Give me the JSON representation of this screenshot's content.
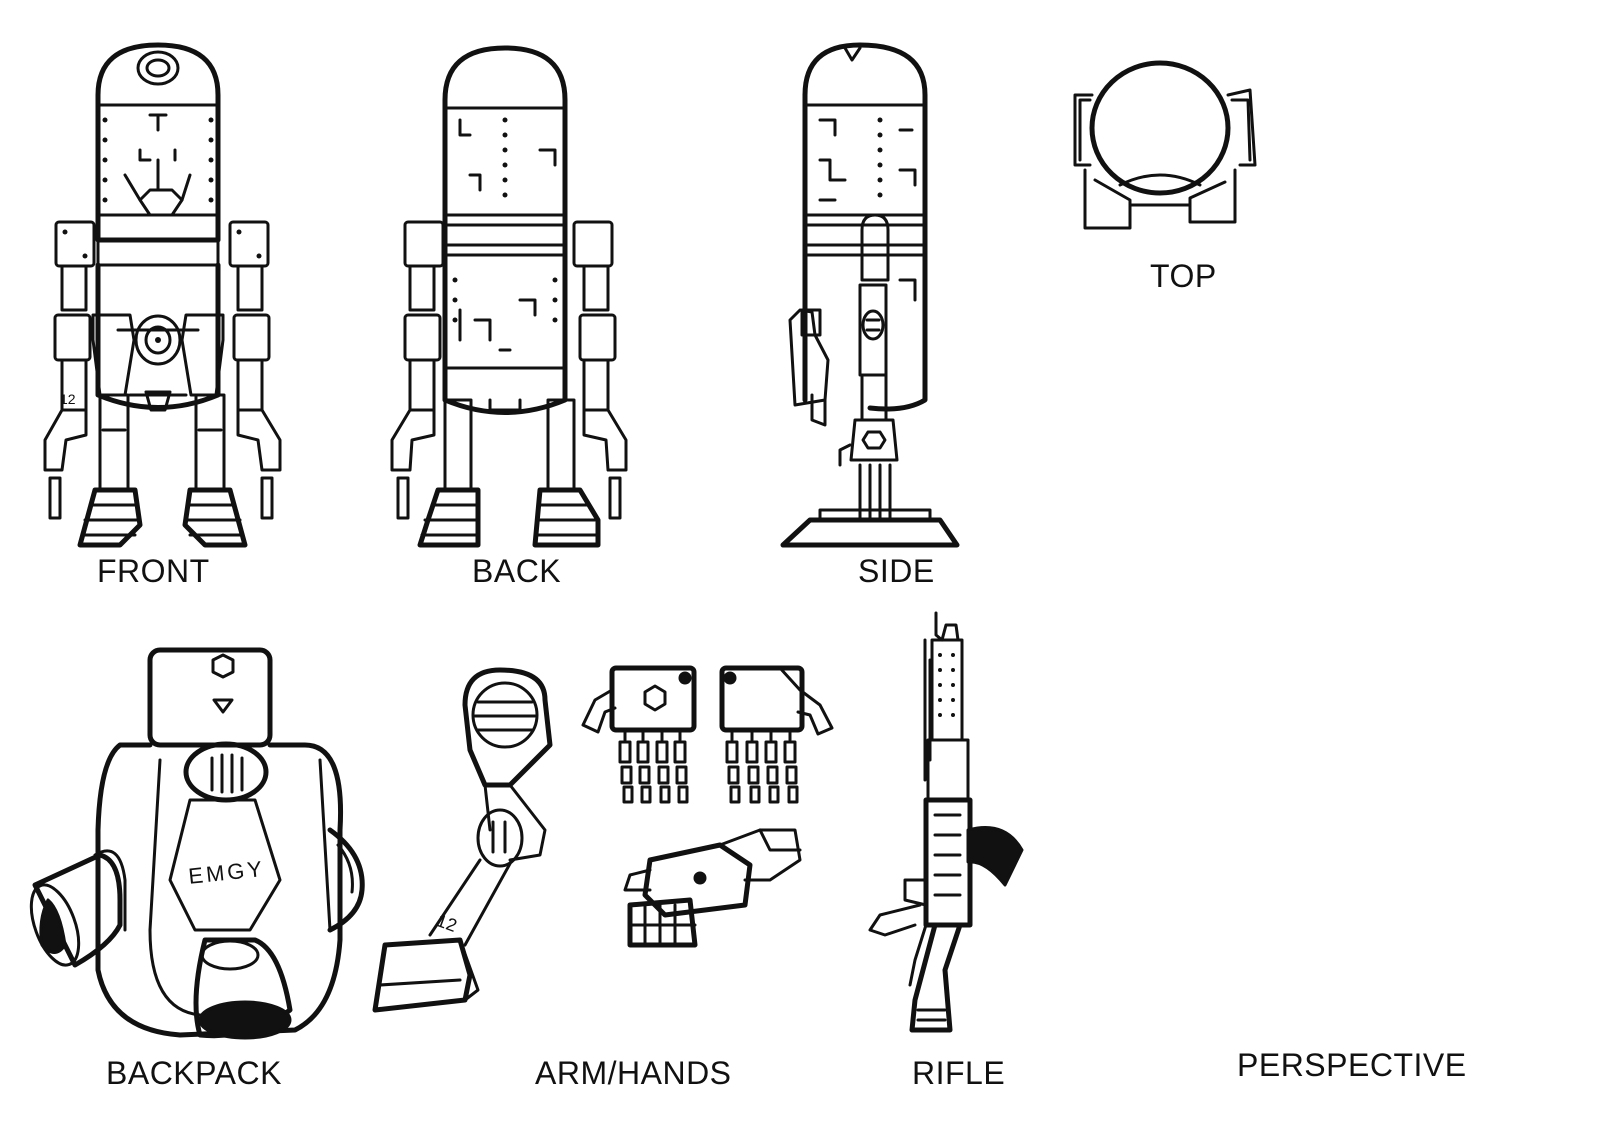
{
  "labels": {
    "front": "FRONT",
    "back": "BACK",
    "side": "SIDE",
    "top": "TOP",
    "backpack": "BACKPACK",
    "arm_hands": "ARM/HANDS",
    "rifle": "RIFLE",
    "perspective": "PERSPECTIVE"
  },
  "drawing_text": {
    "backpack_tag": "EMGY",
    "arm_number": "12",
    "front_arm_number": "12"
  },
  "icons": [
    "robot-front-sketch",
    "robot-back-sketch",
    "robot-side-sketch",
    "robot-top-sketch",
    "backpack-sketch",
    "arm-sketch",
    "hand-sketch",
    "rifle-sketch"
  ]
}
